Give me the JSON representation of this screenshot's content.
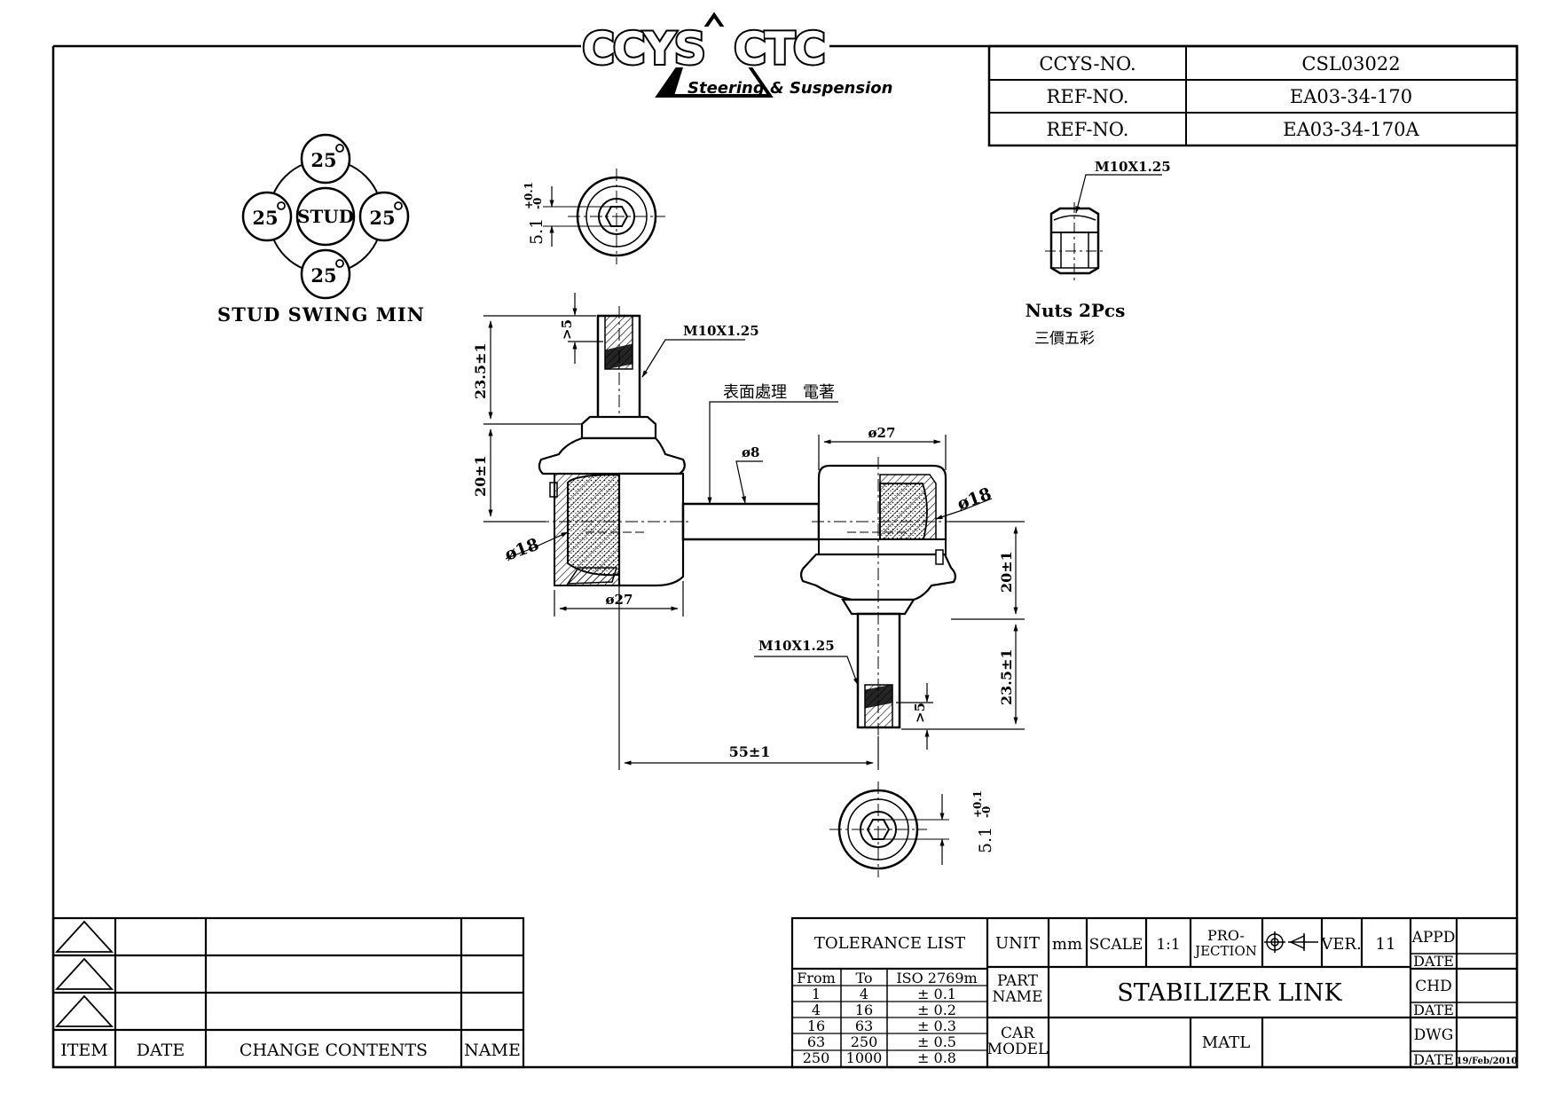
{
  "logo": {
    "brand_left": "CCYS",
    "brand_right": "CTC",
    "tagline": "Steering & Suspension"
  },
  "header_table": [
    {
      "label": "CCYS-NO.",
      "value": "CSL03022"
    },
    {
      "label": "REF-NO.",
      "value": "EA03-34-170"
    },
    {
      "label": "REF-NO.",
      "value": "EA03-34-170A"
    }
  ],
  "stud_swing": {
    "center": "STUD",
    "angles": [
      "25",
      "25",
      "25",
      "25"
    ],
    "title": "STUD SWING MIN"
  },
  "dims": {
    "top_hex_tol": "5.1",
    "top_hex_tol_plus": "+0.1",
    "top_hex_tol_minus": "-0",
    "thread_top": "M10X1.25",
    "thread_len_top": "23.5±1",
    "gt5_top": ">5",
    "ball_h_left": "20±1",
    "surface_note": "表面處理　電著",
    "rod_dia": "ø8",
    "ball_dia_right_top": "ø27",
    "sphere_right": "ø18",
    "sphere_left": "ø18",
    "ball_dia_left_bottom": "ø27",
    "ball_h_right": "20±1",
    "thread_bottom": "M10X1.25",
    "thread_len_bottom": "23.5±1",
    "gt5_bottom": ">5",
    "center_dist": "55±1",
    "bottom_hex_tol": "5.1",
    "bottom_hex_tol_plus": "+0.1",
    "bottom_hex_tol_minus": "-0"
  },
  "nut": {
    "thread": "M10X1.25",
    "label": "Nuts 2Pcs",
    "note": "三價五彩"
  },
  "revision_block": {
    "headers": [
      "ITEM",
      "DATE",
      "CHANGE CONTENTS",
      "NAME"
    ]
  },
  "title_block": {
    "tolerance_title": "TOLERANCE LIST",
    "tol_headers": [
      "From",
      "To",
      "ISO 2769m"
    ],
    "tol_rows": [
      [
        "1",
        "4",
        "± 0.1"
      ],
      [
        "4",
        "16",
        "± 0.2"
      ],
      [
        "16",
        "63",
        "± 0.3"
      ],
      [
        "63",
        "250",
        "± 0.5"
      ],
      [
        "250",
        "1000",
        "± 0.8"
      ]
    ],
    "unit_label": "UNIT",
    "unit_value": "mm",
    "scale_label": "SCALE",
    "scale_value": "1:1",
    "projection_label_1": "PRO-",
    "projection_label_2": "JECTION",
    "ver_label": "VER.",
    "ver_value": "11",
    "appd_label": "APPD",
    "date_label": "DATE",
    "chd_label": "CHD",
    "dwg_label": "DWG",
    "dwg_date": "19/Feb/2010",
    "part_name_label_1": "PART",
    "part_name_label_2": "NAME",
    "part_name": "STABILIZER  LINK",
    "car_model_label_1": "CAR",
    "car_model_label_2": "MODEL",
    "matl_label": "MATL"
  }
}
